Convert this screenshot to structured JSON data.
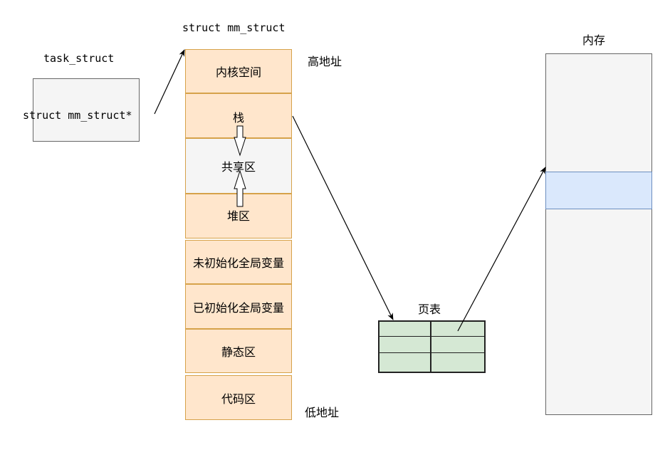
{
  "mm_struct_title": "struct mm_struct",
  "task_struct": {
    "title": "task_struct",
    "field": "struct mm_struct*"
  },
  "address_labels": {
    "high": "高地址",
    "low": "低地址"
  },
  "segments": [
    "内核空间",
    "栈",
    "共享区",
    "堆区",
    "未初始化全局变量",
    "已初始化全局变量",
    "静态区",
    "代码区"
  ],
  "page_table": {
    "title": "页表",
    "rows": 3,
    "cols": 2
  },
  "memory": {
    "title": "内存"
  },
  "colors": {
    "segment_fill": "#ffe6cc",
    "segment_border": "#d6a24a",
    "shared_fill": "#f5f5f5",
    "page_table_fill": "#d5e8d4",
    "memory_fill": "#f5f5f5",
    "memory_block_fill": "#dae8fc",
    "memory_block_border": "#6c8ebf"
  }
}
